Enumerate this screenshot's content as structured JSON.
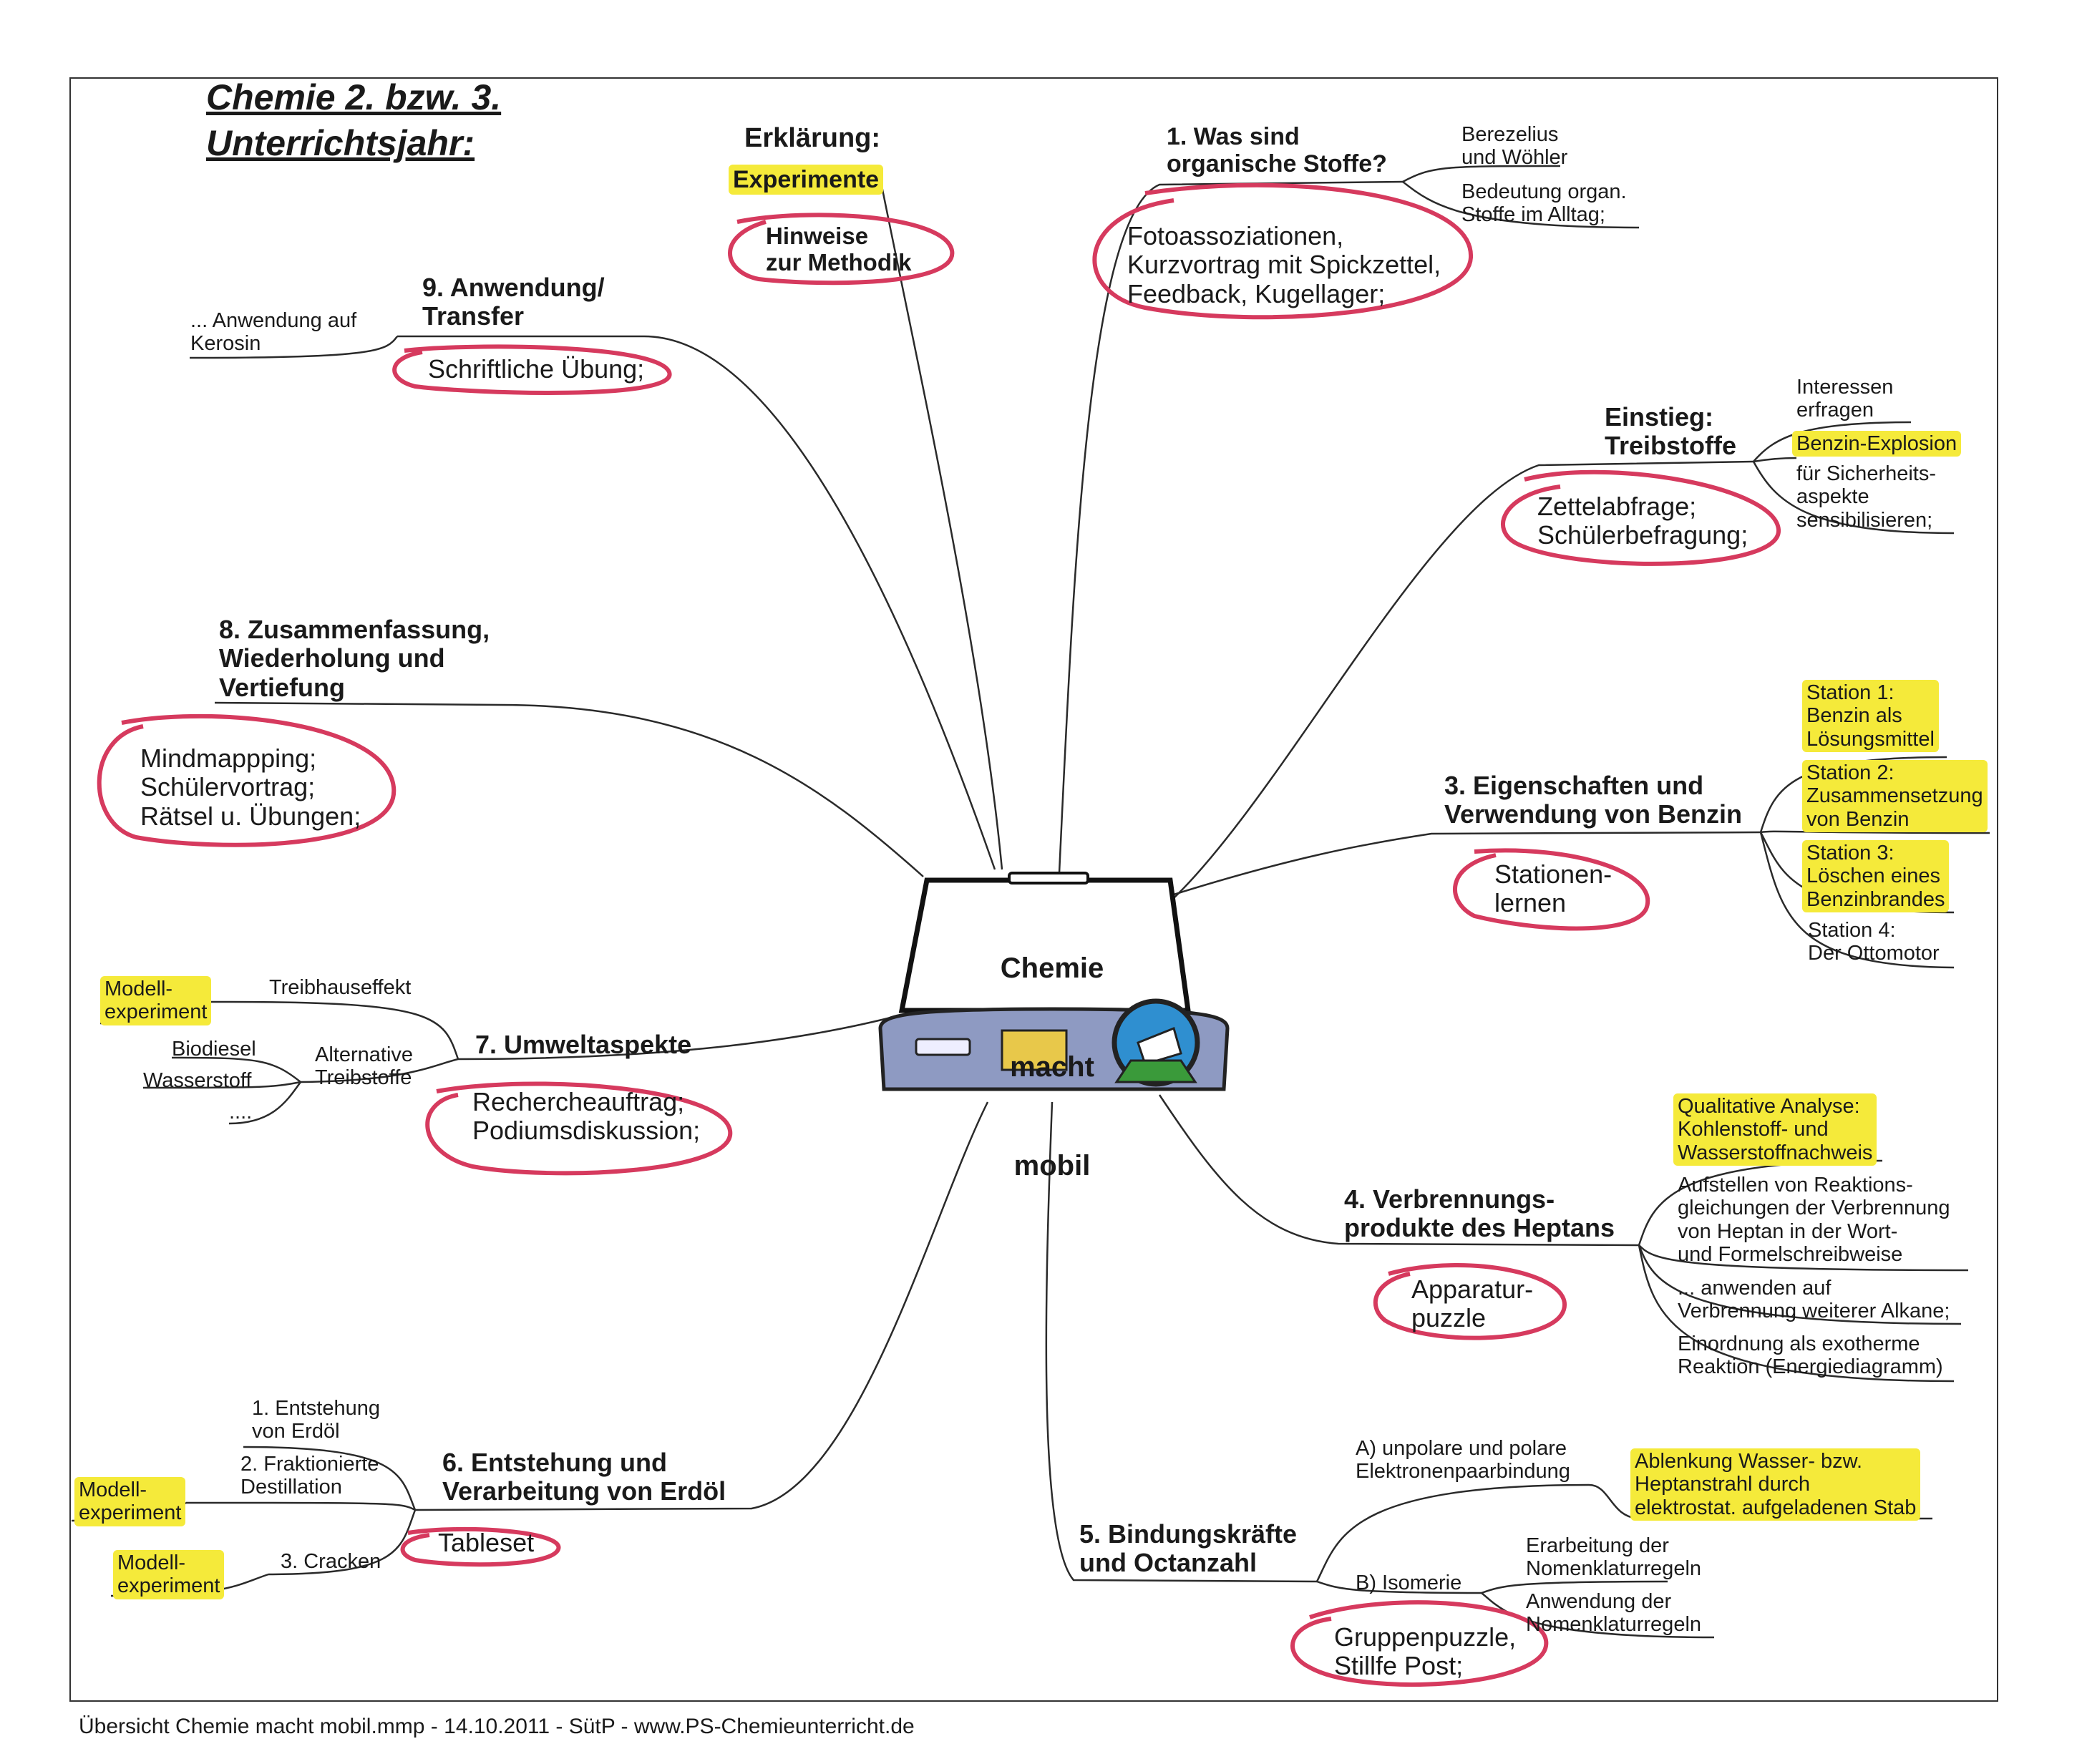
{
  "title": {
    "line1": "Chemie 2. bzw. 3.",
    "line2": "Unterrichtsjahr:"
  },
  "center": {
    "l1": "Chemie",
    "l2": "macht",
    "l3": "mobil"
  },
  "erklaerung": {
    "heading": "Erklärung:",
    "highlight": "Experimente",
    "method": "Hinweise\nzur Methodik"
  },
  "b1": {
    "heading": "1. Was sind\norganische Stoffe?",
    "sub1": "Berezelius\nund Wöhler",
    "sub2": "Bedeutung organ.\nStoffe im Alltag;",
    "method": "Fotoassoziationen,\nKurzvortrag mit Spickzettel,\nFeedback, Kugellager;"
  },
  "einstieg": {
    "heading": "Einstieg:\nTreibstoffe",
    "sub1": "Interessen\nerfragen",
    "sub2": "Benzin-Explosion",
    "sub3": "für Sicherheits-\naspekte\nsensibilisieren;",
    "method": "Zettelabfrage;\nSchülerbefragung;"
  },
  "b3": {
    "heading": "3. Eigenschaften und\nVerwendung von Benzin",
    "s1": "Station 1:\nBenzin als\nLösungsmittel",
    "s2": "Station 2:\nZusammensetzung\nvon Benzin",
    "s3": "Station 3:\nLöschen eines\nBenzinbrandes",
    "s4": "Station 4:\nDer Ottomotor",
    "method": "Stationen-\nlernen"
  },
  "b4": {
    "heading": "4. Verbrennungs-\nprodukte des Heptans",
    "q": "Qualitative Analyse:\nKohlenstoff- und\nWasserstoffnachweis",
    "a": "Aufstellen von Reaktions-\ngleichungen der Verbrennung\nvon Heptan in der Wort-\nund Formelschreibweise",
    "c": "... anwenden auf\nVerbrennung weiterer Alkane;",
    "d": "Einordnung als exotherme\nReaktion (Energiediagramm)",
    "method": "Apparatur-\npuzzle"
  },
  "b5": {
    "heading": "5. Bindungskräfte\nund Octanzahl",
    "a": "A) unpolare und polare\nElektronenpaarbindung",
    "ablenkung": "Ablenkung Wasser- bzw.\nHeptanstrahl durch\nelektrostat. aufgeladenen Stab",
    "b": "B) Isomerie",
    "e1": "Erarbeitung der\nNomenklaturregeln",
    "e2": "Anwendung der\nNomenklaturregeln",
    "method": "Gruppenpuzzle,\nStillfe Post;"
  },
  "b6": {
    "heading": "6. Entstehung und\nVerarbeitung von Erdöl",
    "s1": "1. Entstehung\nvon Erdöl",
    "s2": "2. Fraktionierte\nDestillation",
    "s3": "3. Cracken",
    "m1": "Modell-\nexperiment",
    "m2": "Modell-\nexperiment",
    "method": "Tableset"
  },
  "b7": {
    "heading": "7. Umweltaspekte",
    "treib": "Treibhauseffekt",
    "modell": "Modell-\nexperiment",
    "alt": "Alternative\nTreibstoffe",
    "bio": "Biodiesel",
    "wasser": "Wasserstoff",
    "dots": "....",
    "method": "Rechercheauftrag;\nPodiumsdiskussion;"
  },
  "b8": {
    "heading": "8. Zusammenfassung,\nWiederholung und\nVertiefung",
    "method": "Mindmappping;\nSchülervortrag;\nRätsel u. Übungen;"
  },
  "b9": {
    "heading": "9. Anwendung/\nTransfer",
    "sub": "... Anwendung auf\nKerosin",
    "method": "Schriftliche Übung;"
  },
  "footer": "Übersicht Chemie macht mobil.mmp - 14.10.2011 - SütP - www.PS-Chemieunterricht.de",
  "colors": {
    "highlight": "#f5ea3a",
    "method_circle": "#d63a5e",
    "line": "#2a2a2a",
    "dash": "#8a93b8"
  }
}
